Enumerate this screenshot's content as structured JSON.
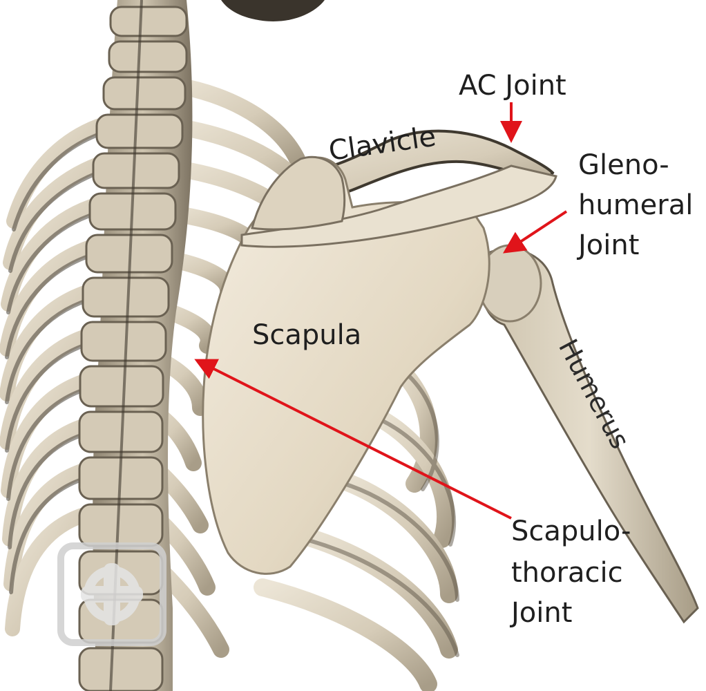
{
  "labels": {
    "ac_joint": "AC Joint",
    "clavicle": "Clavicle",
    "gleno_line1": "Gleno-",
    "gleno_line2": "humeral",
    "gleno_line3": "Joint",
    "scapula": "Scapula",
    "humerus": "Humerus",
    "st_line1": "Scapulo-",
    "st_line2": "thoracic",
    "st_line3": "Joint"
  },
  "colors": {
    "bone": "#d9d0bd",
    "bone_shadow": "#8f8574",
    "bone_dark": "#5e5547",
    "bone_light": "#efe9dc",
    "arrow": "#e0141a",
    "text": "#1f1f1f",
    "background": "#ffffff",
    "logo": "#d0d0d0"
  },
  "icons": {
    "logo": "spine-logo-icon"
  }
}
